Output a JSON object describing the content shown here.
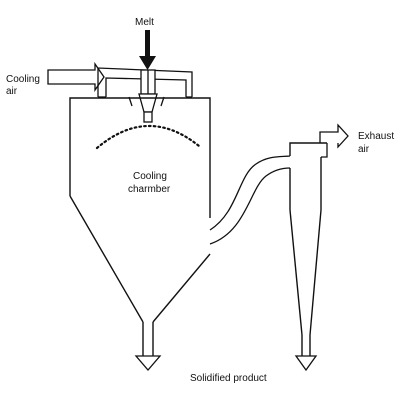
{
  "labels": {
    "melt": "Melt",
    "cooling_air_line1": "Cooling",
    "cooling_air_line2": "air",
    "exhaust_air_line1": "Exhaust",
    "exhaust_air_line2": "air",
    "cooling_chamber_line1": "Cooling",
    "cooling_chamber_line2": "charmber",
    "solidified_product": "Solidified product"
  },
  "colors": {
    "stroke": "#111111",
    "background": "#ffffff"
  }
}
